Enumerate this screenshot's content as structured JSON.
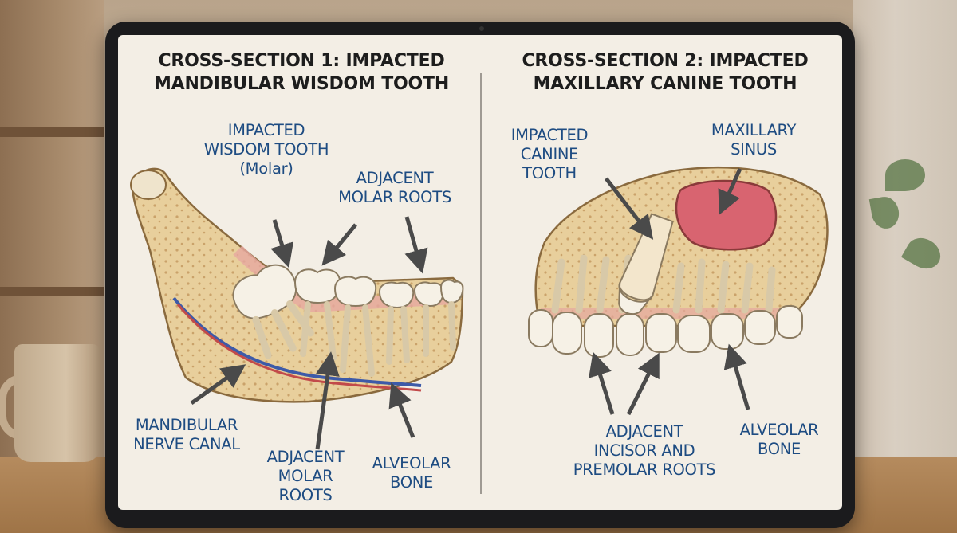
{
  "panels": [
    {
      "title": "CROSS-SECTION 1: IMPACTED\nMANDIBULAR WISDOM TOOTH",
      "labels": {
        "impacted": "IMPACTED\nWISDOM TOOTH\n(Molar)",
        "adjacent_top": "ADJACENT\nMOLAR ROOTS",
        "nerve": "MANDIBULAR\nNERVE CANAL",
        "adjacent_bottom": "ADJACENT\nMOLAR\nROOTS",
        "bone": "ALVEOLAR\nBONE"
      }
    },
    {
      "title": "CROSS-SECTION 2: IMPACTED\nMAXILLARY CANINE TOOTH",
      "labels": {
        "impacted": "IMPACTED\nCANINE\nTOOTH",
        "sinus": "MAXILLARY\nSINUS",
        "adjacent": "ADJACENT\nINCISOR AND\nPREMOLAR ROOTS",
        "bone": "ALVEOLAR\nBONE"
      }
    }
  ],
  "colors": {
    "label": "#1e4c82",
    "title": "#1d1d1d",
    "bone": "#e8cf9c",
    "gum": "#e6a8a0",
    "tooth": "#f6f1e6",
    "sinus": "#d86470",
    "nerve": "#3d5aa8"
  }
}
